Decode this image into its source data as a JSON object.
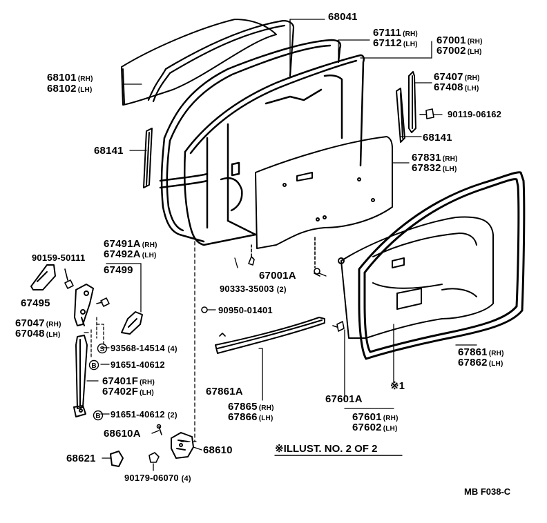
{
  "labels": {
    "p68041": "68041",
    "p67111": "67111",
    "p67112": "67112",
    "p67001": "67001",
    "p67002": "67002",
    "p68101": "68101",
    "p68102": "68102",
    "p67407": "67407",
    "p67408": "67408",
    "p90119": "90119-06162",
    "p68141a": "68141",
    "p68141b": "68141",
    "p67831": "67831",
    "p67832": "67832",
    "p90159": "90159-50111",
    "p67491": "67491A",
    "p67492": "67492A",
    "p67499": "67499",
    "p67495": "67495",
    "p67001A": "67001A",
    "p90333": "90333-35003",
    "p90333q": "(2)",
    "p90950": "90950-01401",
    "p67047": "67047",
    "p67048": "67048",
    "p93568": "93568-14514",
    "p93568q": "(4)",
    "p91651a": "91651-40612",
    "p67401": "67401F",
    "p67402": "67402F",
    "p91651b": "91651-40612",
    "p91651bq": "(2)",
    "p67861A": "67861A",
    "p67865": "67865",
    "p67866": "67866",
    "p67601A": "67601A",
    "p67601": "67601",
    "p67602": "67602",
    "p67861": "67861",
    "p67862": "67862",
    "p68610A": "68610A",
    "p68610": "68610",
    "p68621": "68621",
    "p90179": "90179-06070",
    "p90179q": "(4)",
    "note1": "※1",
    "illust": "※ILLUST. NO. 2 OF 2",
    "code": "MB  F038-C",
    "rh": "(RH)",
    "lh": "(LH)",
    "s_symbol": "S",
    "b_symbol": "B"
  }
}
